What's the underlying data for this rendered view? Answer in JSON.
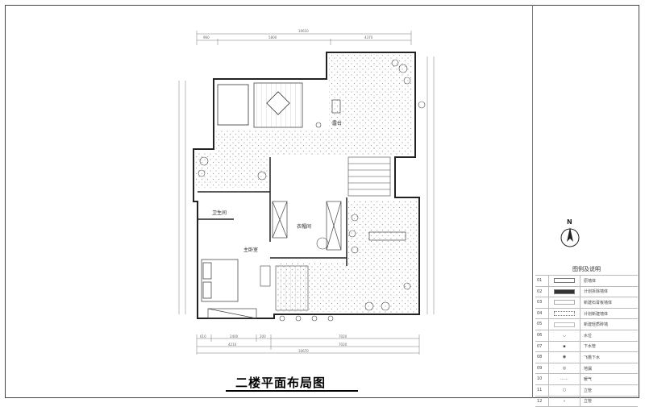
{
  "title": "二楼平面布局图",
  "compass": "N",
  "dimensions": {
    "top_total": "10610",
    "top": [
      "960",
      "5800",
      "4370"
    ],
    "bottom_row1": [
      "610",
      "2400",
      "200",
      "7020"
    ],
    "bottom_row2": [
      "4210",
      "7020"
    ],
    "bottom_total": "10670"
  },
  "rooms": {
    "bathroom": "卫生间",
    "master_bedroom": "主卧室",
    "closet": "衣帽间",
    "terrace": "露台"
  },
  "legend": {
    "title": "图例及说明",
    "items": [
      {
        "no": "01",
        "label": "原墙体"
      },
      {
        "no": "02",
        "label": "计划拆除墙体"
      },
      {
        "no": "03",
        "label": "新建石膏板墙体"
      },
      {
        "no": "04",
        "label": "计划新建墙体"
      },
      {
        "no": "05",
        "label": "新建轻质砖墙"
      },
      {
        "no": "06",
        "label": "水位"
      },
      {
        "no": "07",
        "label": "下水管"
      },
      {
        "no": "08",
        "label": "飞檐下水"
      },
      {
        "no": "09",
        "label": "地漏"
      },
      {
        "no": "10",
        "label": "暖气"
      },
      {
        "no": "11",
        "label": "立管"
      },
      {
        "no": "12",
        "label": "立管"
      }
    ]
  }
}
